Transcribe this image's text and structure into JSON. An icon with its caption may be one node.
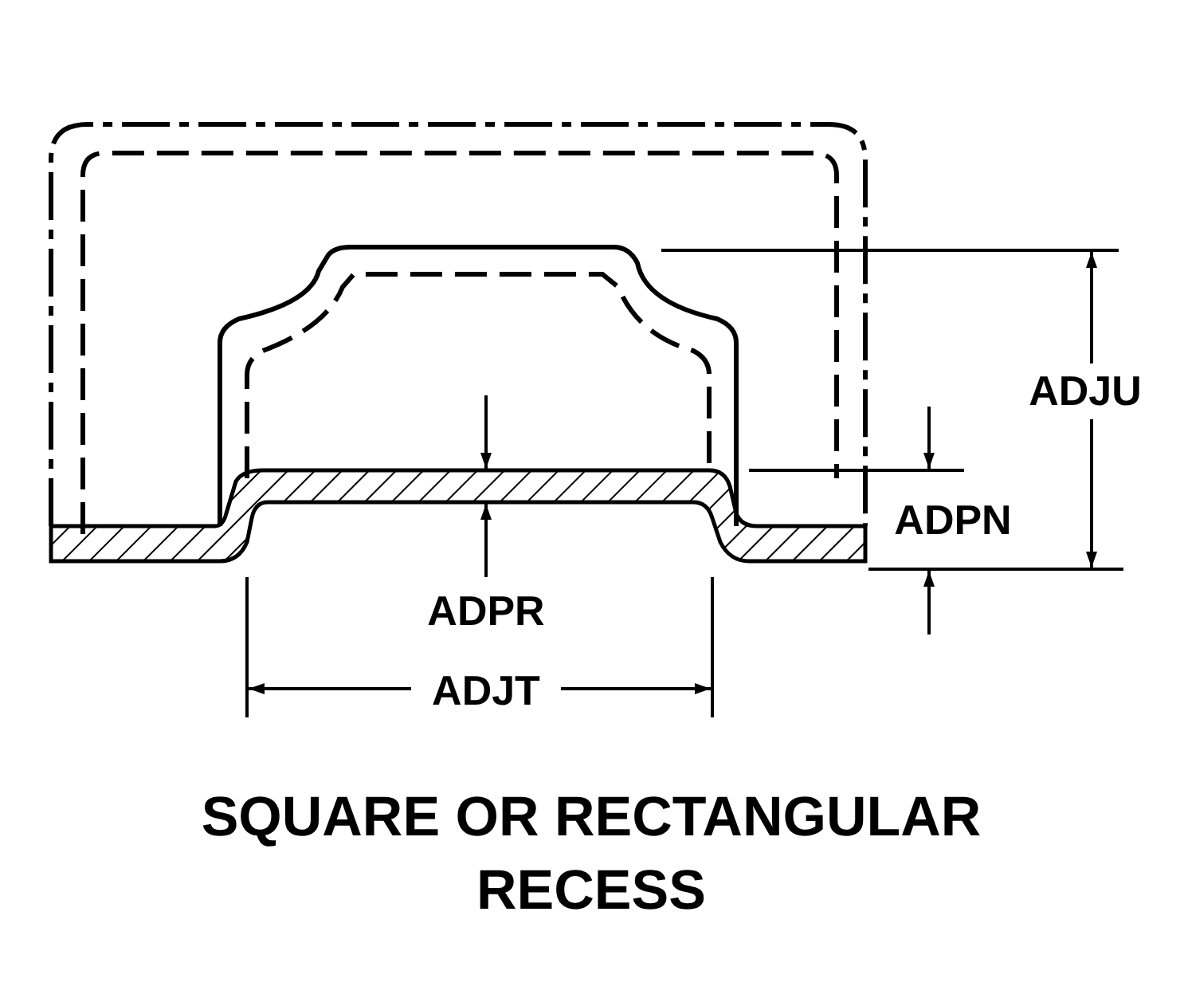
{
  "diagram": {
    "caption": "SQUARE OR RECTANGULAR RECESS",
    "labels": [
      "ADJU",
      "ADPN",
      "ADPR",
      "ADJT"
    ]
  }
}
